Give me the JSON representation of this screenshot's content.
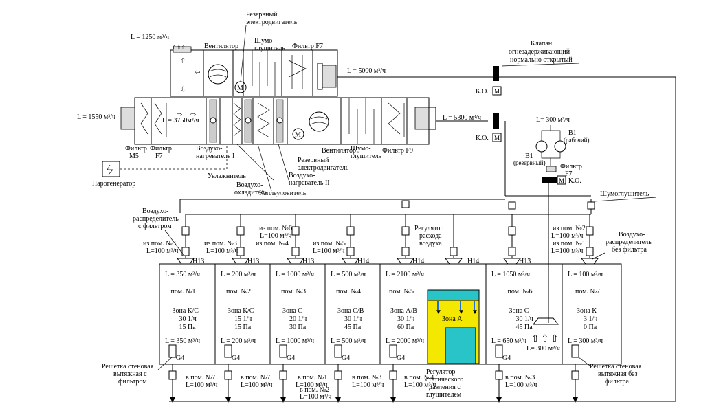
{
  "ahu": {
    "supply_flow_in": "L = 1550 м³/ч",
    "recirc_flow": "L = 1250 м³/ч",
    "mix_flow": "L = 3750м³/ч",
    "exhaust_flow": "L = 5000 м³/ч",
    "supply_flow_out": "L = 5300 м³/ч",
    "fan_label": "Вентилятор",
    "reserve_motor_label": [
      "Резервный",
      "электродвигатель"
    ],
    "silencer_label": [
      "Шумо-",
      "глушитель"
    ],
    "filter_f7_top": "Фильтр F7",
    "filter_m5": [
      "Фильтр",
      "M5"
    ],
    "filter_f7_bottom": [
      "Фильтр",
      "F7"
    ],
    "heater1": [
      "Воздухо-",
      "нагреватель I"
    ],
    "heater2": [
      "Воздухо-",
      "нагреватель II"
    ],
    "humidifier": "Увлажнитель",
    "cooler": [
      "Воздухо-",
      "охладитель"
    ],
    "drop_eliminator": "Каплеуловитель",
    "steam_gen": "Парогенератор",
    "fan_bottom": "Вентилятор",
    "reserve_motor_bottom": [
      "Резервный",
      "электродвигатель"
    ],
    "silencer_bottom": [
      "Шумо-",
      "глушитель"
    ],
    "filter_f9": "Фильтр F9",
    "motor_symbol": "M"
  },
  "damper": {
    "label": [
      "Клапан",
      "огнезадерживающий",
      "нормально открытый"
    ],
    "ko": "К.О.",
    "m": "M"
  },
  "exhaust_unit": {
    "flow": "L= 300 м³/ч",
    "b1_work": [
      "В1",
      "(рабочий)"
    ],
    "b1_reserve": [
      "В1",
      "(резервный)"
    ],
    "filter": [
      "Фильтр",
      "F7"
    ],
    "ko": "К.О.",
    "m": "M",
    "silencer": "Шумоглушитель"
  },
  "labels": {
    "distributor_filter": [
      "Воздухо-",
      "распределитель",
      "с фильтром"
    ],
    "distributor_nofilter": [
      "Воздухо-",
      "распределитель",
      "без фильтра"
    ],
    "flow_regulator": [
      "Регулятор",
      "расхода",
      "воздуха"
    ],
    "grille_filter": [
      "Решетка стеновая",
      "вытяжная с",
      "фильтром"
    ],
    "grille_nofilter": [
      "Решетка стеновая",
      "вытяжная без",
      "фильтра"
    ],
    "pressure_regulator": [
      "Регулятор",
      "статического",
      "давления с",
      "глушителем"
    ],
    "zone_a": "Зона А"
  },
  "rooms": [
    {
      "name": "пом. №1",
      "zone": "Зона К/С",
      "ach": "30 1/ч",
      "pressure": "15 Па",
      "supply": "L = 350 м³/ч",
      "exhaust": "L = 350 м³/ч",
      "hepa": "H13",
      "grille": "G4"
    },
    {
      "name": "пом. №2",
      "zone": "Зона К/С",
      "ach": "15 1/ч",
      "pressure": "15 Па",
      "supply": "L = 200 м³/ч",
      "exhaust": "L = 200 м³/ч",
      "hepa": "H13",
      "grille": "G4"
    },
    {
      "name": "пом. №3",
      "zone": "Зона С",
      "ach": "20 1/ч",
      "pressure": "30 Па",
      "supply": "L = 1000 м³/ч",
      "exhaust": "L = 1000 м³/ч",
      "hepa": "H13",
      "grille": "G4"
    },
    {
      "name": "пом. №4",
      "zone": "Зона С/В",
      "ach": "30 1/ч",
      "pressure": "45 Па",
      "supply": "L = 500 м³/ч",
      "exhaust": "L = 500 м³/ч",
      "hepa": "H14",
      "grille": "G4"
    },
    {
      "name": "пом. №5",
      "zone": "Зона А/В",
      "ach": "30 1/ч",
      "pressure": "60 Па",
      "supply": "L = 2100 м³/ч",
      "exhaust": "L = 2000 м³/ч",
      "hepa": "H14",
      "hepa2": "H14",
      "grille": "G4"
    },
    {
      "name": "пом. №6",
      "zone": "Зона С",
      "ach": "30 1/ч",
      "pressure": "45 Па",
      "supply": "L = 1050 м³/ч",
      "exhaust": "L = 650 м³/ч",
      "hepa": "H13",
      "grille": "G4"
    },
    {
      "name": "пом. №7",
      "zone": "Зона К",
      "ach": "3 1/ч",
      "pressure": "0 Па",
      "supply": "L = 100 м³/ч",
      "exhaust": "L = 300 м³/ч",
      "hepa": ""
    }
  ],
  "transfers_in": {
    "r1": [
      "из пом. №3",
      "L=100 м³/ч"
    ],
    "r2": [
      "из пом. №3",
      "L=100 м³/ч"
    ],
    "r3a": [
      "из пом. №6",
      "L=100 м³/ч"
    ],
    "r3b": "из пом. №4",
    "r4": [
      "из пом. №5",
      "L=100 м³/ч"
    ],
    "r7a": [
      "из пом. №2",
      "L=100 м³/ч"
    ],
    "r7b": [
      "из пом. №1",
      "L=100 м³/ч"
    ]
  },
  "transfers_out": {
    "r2": [
      "в пом. №7",
      "L=100 м³/ч"
    ],
    "r3": [
      "в пом. №7",
      "L=100 м³/ч"
    ],
    "r3b": [
      "в пом. №1",
      "L=100 м³/ч"
    ],
    "r3c": [
      "в пом. №2",
      "L=100 м³/ч"
    ],
    "r4": [
      "в пом. №3",
      "L=100 м³/ч"
    ],
    "r5": [
      "в пом. №4",
      "L=100 м³/ч"
    ],
    "r6": [
      "в пом. №3",
      "L=100 м³/ч"
    ],
    "r6flow": "L= 300 м³/ч"
  }
}
